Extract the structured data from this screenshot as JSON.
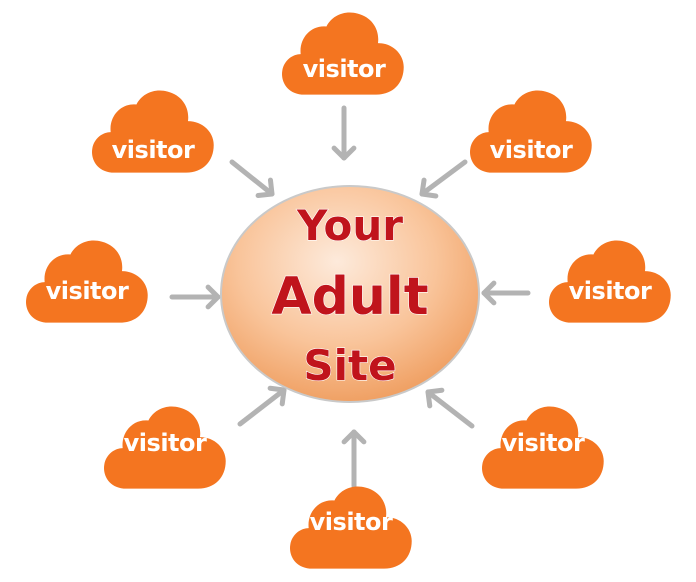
{
  "center": {
    "lines": [
      "Your",
      "Adult",
      "Site"
    ],
    "fill_light": "#fde7d2",
    "fill_dark": "#f2a468",
    "text_color": "#c0141c"
  },
  "nodes": [
    {
      "id": "top",
      "label": "visitor"
    },
    {
      "id": "top-left",
      "label": "visitor"
    },
    {
      "id": "top-right",
      "label": "visitor"
    },
    {
      "id": "left",
      "label": "visitor"
    },
    {
      "id": "right",
      "label": "visitor"
    },
    {
      "id": "bottom-left",
      "label": "visitor"
    },
    {
      "id": "bottom-right",
      "label": "visitor"
    },
    {
      "id": "bottom",
      "label": "visitor"
    }
  ],
  "colors": {
    "cloud": "#f47520",
    "arrow": "#b3b3b3",
    "label": "#ffffff"
  }
}
